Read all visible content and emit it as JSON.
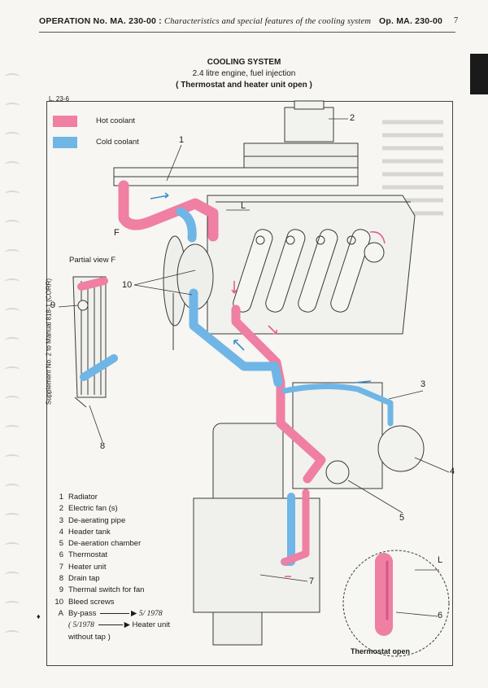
{
  "header": {
    "operation": "OPERATION No. MA. 230-00 :",
    "description": "Characteristics and special features of the cooling system",
    "op_ref": "Op. MA. 230-00",
    "page": "7"
  },
  "title": {
    "main": "COOLING SYSTEM",
    "engine": "2.4 litre engine, fuel injection",
    "state": "( Thermostat and heater unit open )"
  },
  "figure_ref": "L. 23-6",
  "legend": {
    "hot": {
      "label": "Hot coolant",
      "color": "#ef7fa3"
    },
    "cold": {
      "label": "Cold coolant",
      "color": "#6fb6e6"
    }
  },
  "side_note": "Supplement No. 2 to Manual 818-1 (CORR)",
  "partial_view": "Partial view  F",
  "callouts": {
    "c1": "1",
    "c2": "2",
    "c3": "3",
    "c4": "4",
    "c5": "5",
    "c6": "6",
    "c7": "7",
    "c8": "8",
    "c9": "9",
    "c10": "10",
    "L_top": "L",
    "L_inset": "L",
    "F": "F"
  },
  "inset_caption": "Thermostat open",
  "parts": [
    {
      "n": "1",
      "label": "Radiator"
    },
    {
      "n": "2",
      "label": "Electric fan (s)"
    },
    {
      "n": "3",
      "label": "De-aerating pipe"
    },
    {
      "n": "4",
      "label": "Header tank"
    },
    {
      "n": "5",
      "label": "De-aeration chamber"
    },
    {
      "n": "6",
      "label": "Thermostat"
    },
    {
      "n": "7",
      "label": "Heater unit"
    },
    {
      "n": "8",
      "label": "Drain tap"
    },
    {
      "n": "9",
      "label": "Thermal switch for fan"
    },
    {
      "n": "10",
      "label": "Bleed screws"
    }
  ],
  "note_a": {
    "a": "A",
    "bypass": "By-pass",
    "bypass_date": "5/ 1978",
    "heater_date": "( 5/1978",
    "heater_label": "Heater unit",
    "tap": "without tap )"
  },
  "colors": {
    "hot": "#ef7fa3",
    "cold": "#6fb6e6",
    "ink": "#333333"
  }
}
